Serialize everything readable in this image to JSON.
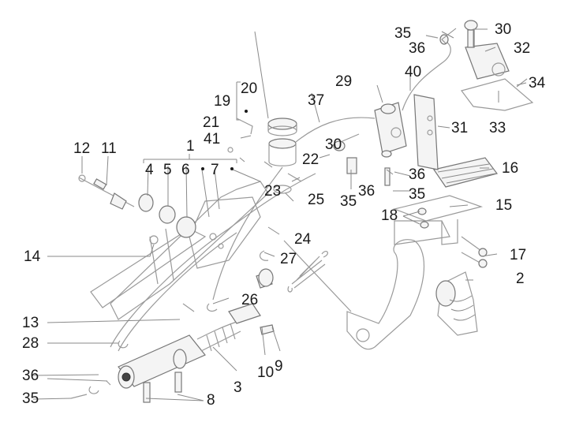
{
  "diagram": {
    "type": "exploded parts diagram",
    "subject": "rear brake master cylinder / brake pedal assembly",
    "group_markers": {
      "group_1_members": [
        "4",
        "5",
        "6",
        "•",
        "7",
        "•"
      ],
      "group_19_members": [
        "20",
        "•"
      ]
    },
    "labels": [
      {
        "id": "1",
        "text": "1"
      },
      {
        "id": "2",
        "text": "2"
      },
      {
        "id": "3",
        "text": "3"
      },
      {
        "id": "4",
        "text": "4"
      },
      {
        "id": "5",
        "text": "5"
      },
      {
        "id": "6",
        "text": "6"
      },
      {
        "id": "7",
        "text": "7"
      },
      {
        "id": "8",
        "text": "8"
      },
      {
        "id": "9",
        "text": "9"
      },
      {
        "id": "10",
        "text": "10"
      },
      {
        "id": "11",
        "text": "11"
      },
      {
        "id": "12",
        "text": "12"
      },
      {
        "id": "13",
        "text": "13"
      },
      {
        "id": "14",
        "text": "14"
      },
      {
        "id": "15",
        "text": "15"
      },
      {
        "id": "16",
        "text": "16"
      },
      {
        "id": "17",
        "text": "17"
      },
      {
        "id": "18",
        "text": "18"
      },
      {
        "id": "19",
        "text": "19"
      },
      {
        "id": "20",
        "text": "20"
      },
      {
        "id": "21",
        "text": "21"
      },
      {
        "id": "22",
        "text": "22"
      },
      {
        "id": "23",
        "text": "23"
      },
      {
        "id": "24",
        "text": "24"
      },
      {
        "id": "25",
        "text": "25"
      },
      {
        "id": "26a",
        "text": "26"
      },
      {
        "id": "27",
        "text": "27"
      },
      {
        "id": "28",
        "text": "28"
      },
      {
        "id": "29",
        "text": "29"
      },
      {
        "id": "30a",
        "text": "30"
      },
      {
        "id": "30b",
        "text": "30"
      },
      {
        "id": "31",
        "text": "31"
      },
      {
        "id": "32",
        "text": "32"
      },
      {
        "id": "33",
        "text": "33"
      },
      {
        "id": "34",
        "text": "34"
      },
      {
        "id": "35a",
        "text": "35"
      },
      {
        "id": "35b",
        "text": "35"
      },
      {
        "id": "35c",
        "text": "35"
      },
      {
        "id": "35d",
        "text": "35"
      },
      {
        "id": "36a",
        "text": "36"
      },
      {
        "id": "36b",
        "text": "36"
      },
      {
        "id": "36c",
        "text": "36"
      },
      {
        "id": "36d",
        "text": "36"
      },
      {
        "id": "37",
        "text": "37"
      },
      {
        "id": "40",
        "text": "40"
      },
      {
        "id": "41",
        "text": "41"
      }
    ]
  }
}
